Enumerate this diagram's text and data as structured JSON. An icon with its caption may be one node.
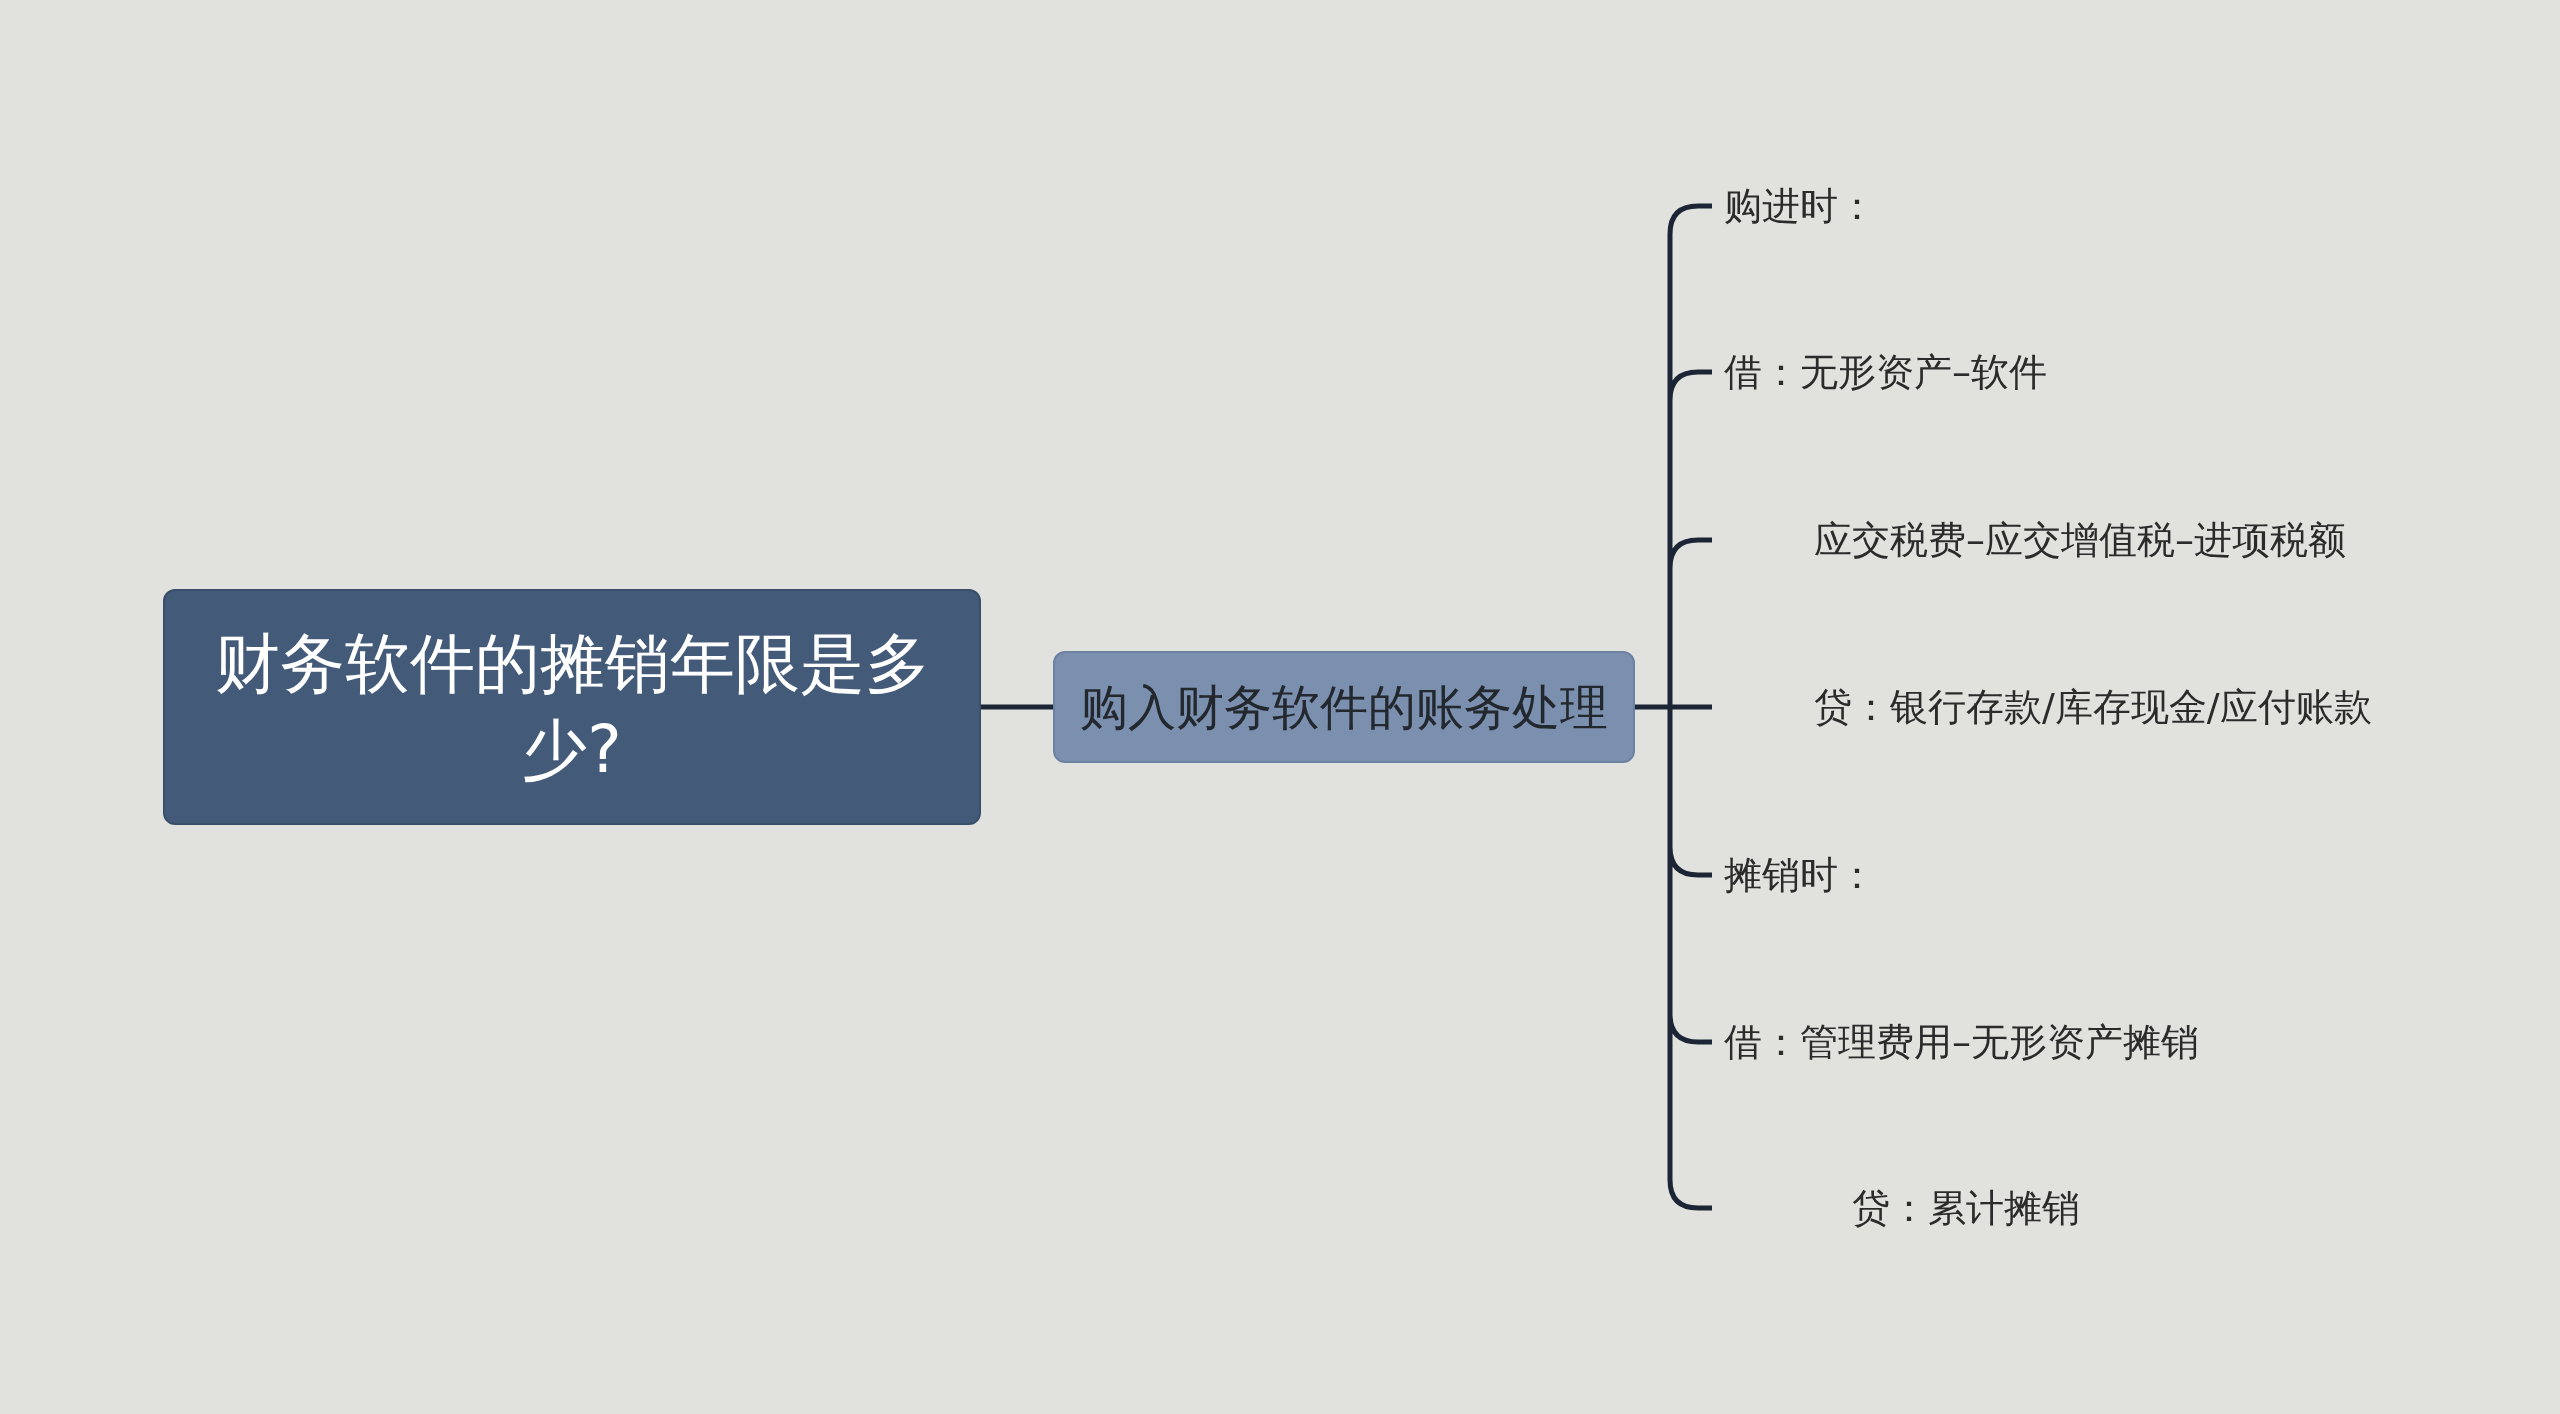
{
  "diagram": {
    "nodes": [
      {
        "text": [
          "财务软件的摊销年限是多少?"
        ]
      },
      {
        "text": [
          "购入财务软件的账务处理"
        ]
      },
      {
        "text": [
          "购进时："
        ]
      },
      {
        "text": [
          "借：无形资产–软件"
        ]
      },
      {
        "text": [
          "应交税费–应交增值税–进项税额"
        ]
      },
      {
        "text": [
          "贷：银行存款/库存现金/应付账款"
        ]
      },
      {
        "text": [
          "摊销时："
        ]
      },
      {
        "text": [
          "借：管理费用–无形资产摊销"
        ]
      },
      {
        "text": [
          "贷：累计摊销"
        ]
      }
    ],
    "edges": [
      {
        "from": 0,
        "to": 1,
        "arrow": "none"
      },
      {
        "from": 1,
        "to": 2,
        "arrow": "none"
      },
      {
        "from": 1,
        "to": 3,
        "arrow": "none"
      },
      {
        "from": 1,
        "to": 4,
        "arrow": "none"
      },
      {
        "from": 1,
        "to": 5,
        "arrow": "none"
      },
      {
        "from": 1,
        "to": 6,
        "arrow": "none"
      },
      {
        "from": 1,
        "to": 7,
        "arrow": "none"
      },
      {
        "from": 1,
        "to": 8,
        "arrow": "none"
      }
    ]
  }
}
